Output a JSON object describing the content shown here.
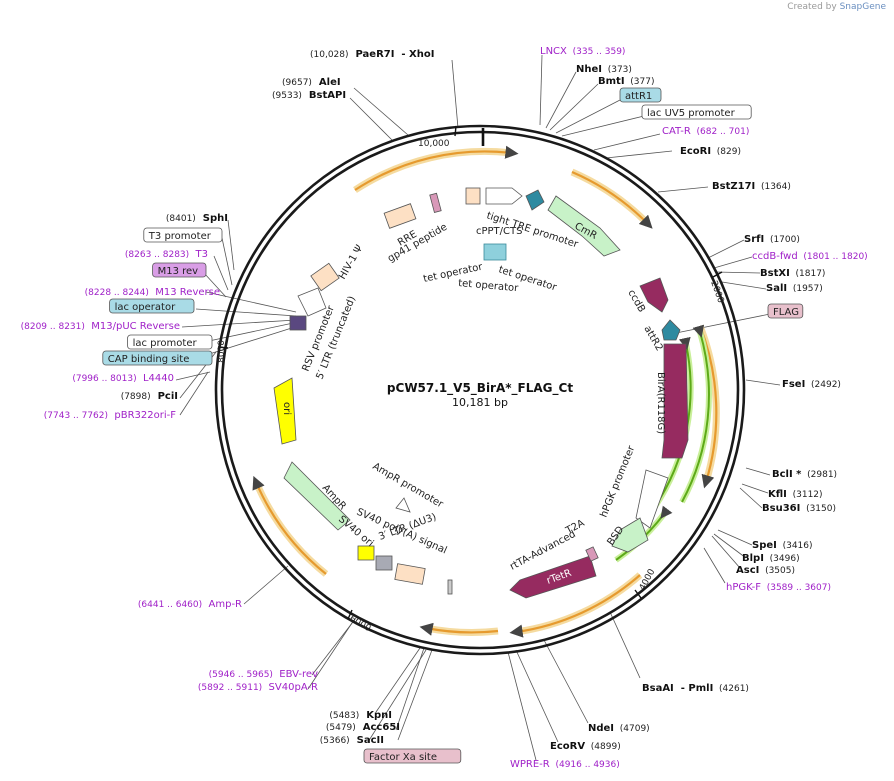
{
  "credit": {
    "prefix": "Created by",
    "brand": "SnapGene"
  },
  "plasmid": {
    "name": "pCW57.1_V5_BirA*_FLAG_Ct",
    "size_label": "10,181 bp",
    "total_bp": 10181
  },
  "colors": {
    "feature_text": "#a021c8",
    "line": "#444444",
    "orf_orange": "#e69a2e",
    "orf_glow": "#f5dba0",
    "birA": "#962b60",
    "marker_green": "#c8f2c8",
    "yellow": "#ffff00",
    "cyan_site": "#a9dbe6",
    "pink_site": "#e8c0cc"
  },
  "tick_labels": [
    "10,000",
    "2000",
    "4000",
    "6000",
    "8000"
  ],
  "labels": [
    {
      "pos": "(10,028)",
      "name": "PaeR7I",
      "extra": "- XhoI",
      "style": "enzyme"
    },
    {
      "pos": "(9657)",
      "name": "AleI",
      "style": "enzyme"
    },
    {
      "pos": "(9533)",
      "name": "BstAPI",
      "style": "enzyme"
    },
    {
      "name": "LNCX",
      "range": "(335 .. 359)",
      "style": "primer"
    },
    {
      "name": "NheI",
      "pos": "(373)",
      "style": "enzyme"
    },
    {
      "name": "BmtI",
      "pos": "(377)",
      "style": "enzyme"
    },
    {
      "name": "attR1",
      "style": "box-cyan"
    },
    {
      "name": "lac UV5 promoter",
      "style": "box-white"
    },
    {
      "name": "CAT-R",
      "range": "(682 .. 701)",
      "style": "primer"
    },
    {
      "name": "EcoRI",
      "pos": "(829)",
      "style": "enzyme"
    },
    {
      "name": "BstZ17I",
      "pos": "(1364)",
      "style": "enzyme"
    },
    {
      "name": "SrfI",
      "pos": "(1700)",
      "style": "enzyme"
    },
    {
      "name": "ccdB-fwd",
      "range": "(1801 .. 1820)",
      "style": "primer"
    },
    {
      "name": "BstXI",
      "pos": "(1817)",
      "style": "enzyme"
    },
    {
      "name": "SalI",
      "pos": "(1957)",
      "style": "enzyme"
    },
    {
      "name": "FLAG",
      "style": "box-pink"
    },
    {
      "name": "FseI",
      "pos": "(2492)",
      "style": "enzyme"
    },
    {
      "name": "BclI *",
      "pos": "(2981)",
      "style": "enzyme"
    },
    {
      "name": "KflI",
      "pos": "(3112)",
      "style": "enzyme"
    },
    {
      "name": "Bsu36I",
      "pos": "(3150)",
      "style": "enzyme"
    },
    {
      "name": "SpeI",
      "pos": "(3416)",
      "style": "enzyme"
    },
    {
      "name": "BlpI",
      "pos": "(3496)",
      "style": "enzyme"
    },
    {
      "name": "AscI",
      "pos": "(3505)",
      "style": "enzyme"
    },
    {
      "name": "hPGK-F",
      "range": "(3589 .. 3607)",
      "style": "primer"
    },
    {
      "name": "BsaAI",
      "extra": "- PmlI",
      "pos": "(4261)",
      "style": "enzyme"
    },
    {
      "name": "NdeI",
      "pos": "(4709)",
      "style": "enzyme"
    },
    {
      "name": "EcoRV",
      "pos": "(4899)",
      "style": "enzyme"
    },
    {
      "name": "WPRE-R",
      "range": "(4916 .. 4936)",
      "style": "primer"
    },
    {
      "name": "Factor Xa site",
      "style": "box-pink"
    },
    {
      "pos": "(5366)",
      "name": "SacII",
      "style": "enzyme"
    },
    {
      "pos": "(5479)",
      "name": "Acc65I",
      "style": "enzyme"
    },
    {
      "pos": "(5483)",
      "name": "KpnI",
      "style": "enzyme"
    },
    {
      "range": "(5892 .. 5911)",
      "name": "SV40pA-R",
      "style": "primer"
    },
    {
      "range": "(5946 .. 5965)",
      "name": "EBV-rev",
      "style": "primer"
    },
    {
      "range": "(6441 .. 6460)",
      "name": "Amp-R",
      "style": "primer"
    },
    {
      "range": "(7743 .. 7762)",
      "name": "pBR322ori-F",
      "style": "primer"
    },
    {
      "pos": "(7898)",
      "name": "PciI",
      "style": "enzyme"
    },
    {
      "range": "(7996 .. 8013)",
      "name": "L4440",
      "style": "primer"
    },
    {
      "name": "CAP binding site",
      "style": "box-cyan"
    },
    {
      "name": "lac promoter",
      "style": "box-white"
    },
    {
      "range": "(8209 .. 8231)",
      "name": "M13/pUC Reverse",
      "style": "primer"
    },
    {
      "name": "lac operator",
      "style": "box-cyan"
    },
    {
      "range": "(8228 .. 8244)",
      "name": "M13 Reverse",
      "style": "primer"
    },
    {
      "name": "M13 rev",
      "style": "box-violet"
    },
    {
      "range": "(8263 .. 8283)",
      "name": "T3",
      "style": "primer"
    },
    {
      "name": "T3 promoter",
      "style": "box-white"
    },
    {
      "pos": "(8401)",
      "name": "SphI",
      "style": "enzyme"
    }
  ],
  "features": [
    {
      "name": "tight TRE promoter"
    },
    {
      "name": "cPPT/CTS"
    },
    {
      "name": "CmR"
    },
    {
      "name": "RRE"
    },
    {
      "name": "gp41 peptide"
    },
    {
      "name": "HIV-1 Ψ"
    },
    {
      "name": "tet operator"
    },
    {
      "name": "tet operator"
    },
    {
      "name": "tet operator"
    },
    {
      "name": "ccdB"
    },
    {
      "name": "attR2"
    },
    {
      "name": "BirA(R118G)"
    },
    {
      "name": "hPGK promoter"
    },
    {
      "name": "BSD"
    },
    {
      "name": "T2A"
    },
    {
      "name": "rtTA-Advanced"
    },
    {
      "name": "rTetR"
    },
    {
      "name": "RSV promoter"
    },
    {
      "name": "5′ LTR (truncated)"
    },
    {
      "name": "ori"
    },
    {
      "name": "AmpR promoter"
    },
    {
      "name": "AmpR"
    },
    {
      "name": "SV40 ori"
    },
    {
      "name": "SV40 poly(A) signal"
    },
    {
      "name": "3′ LTR (ΔU3)"
    }
  ]
}
